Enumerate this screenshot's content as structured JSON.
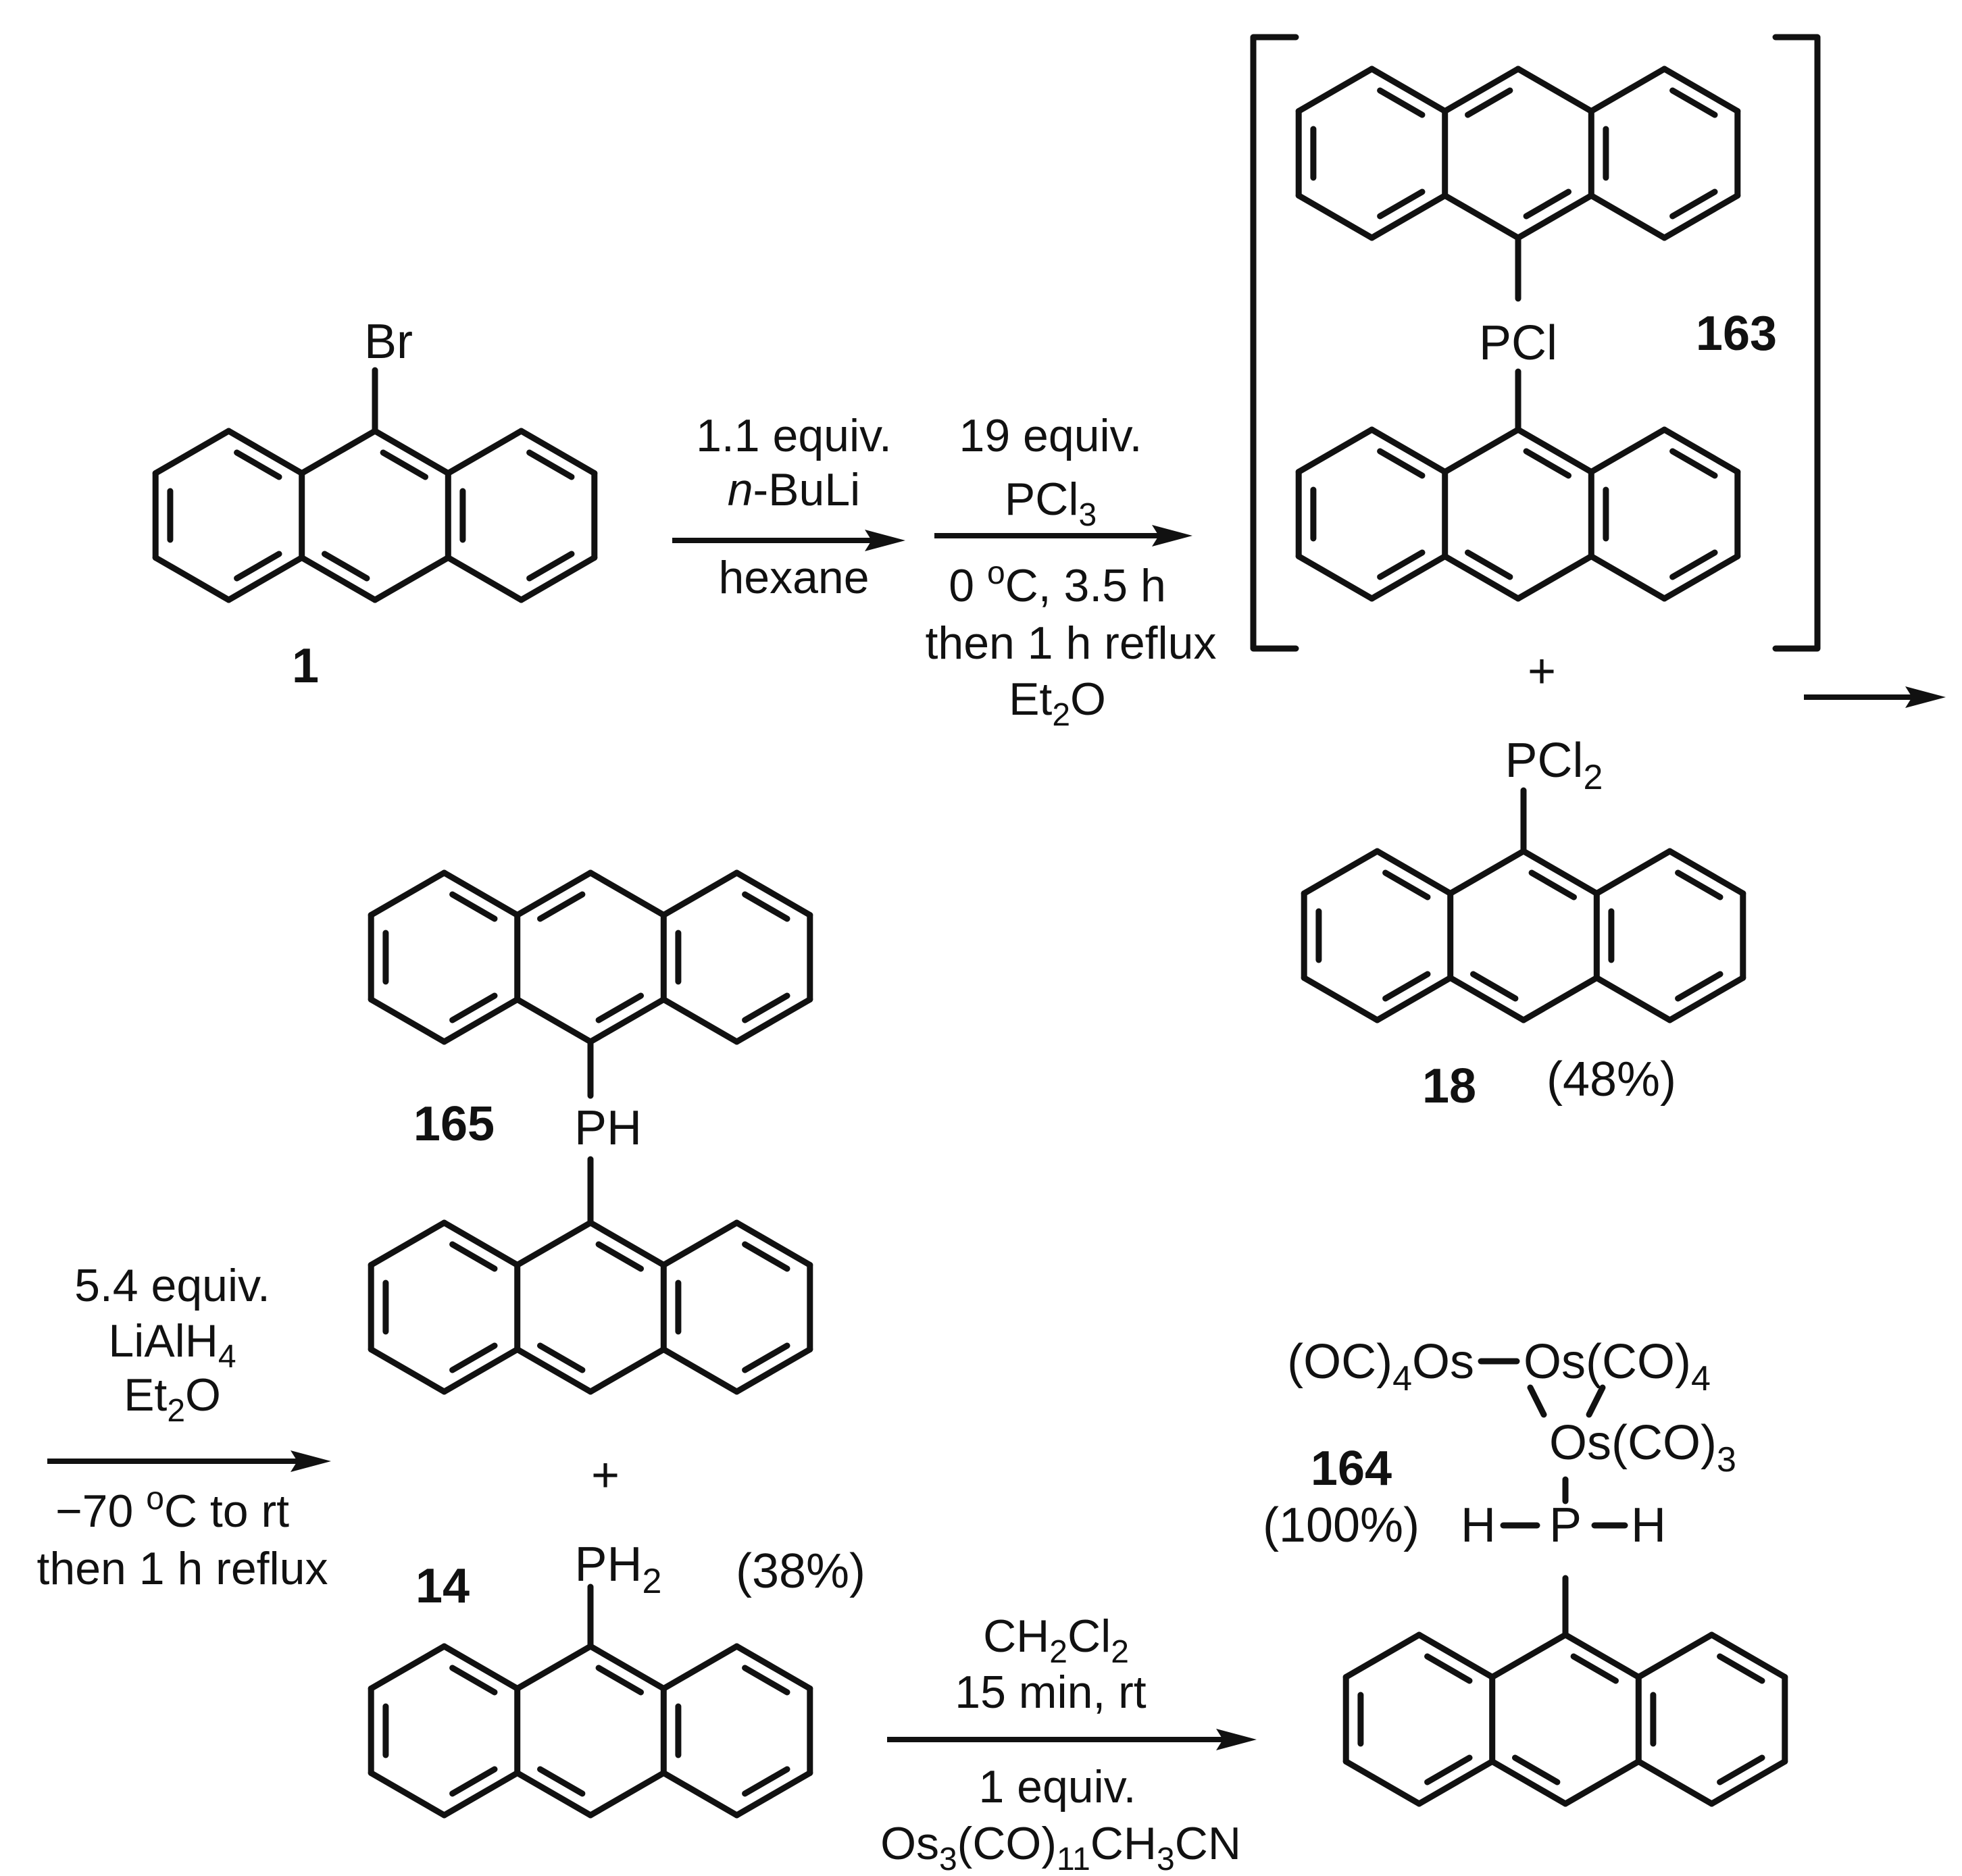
{
  "compounds": {
    "c1": {
      "label": "1",
      "substituent": "Br"
    },
    "c163": {
      "label": "163",
      "substituent": "PCl"
    },
    "c18": {
      "label": "18",
      "substituent": "PCl",
      "substituent_sub": "2",
      "yield": "(48%)"
    },
    "c165": {
      "label": "165",
      "substituent": "PH"
    },
    "c14": {
      "label": "14",
      "substituent": "PH",
      "substituent_sub": "2",
      "yield": "(38%)"
    },
    "c164": {
      "label": "164",
      "yield": "(100%)"
    }
  },
  "plus_sign": "+",
  "step1": {
    "line1": "1.1 equiv.",
    "line2_italic": "n",
    "line2_rest": "-BuLi",
    "line3": "hexane"
  },
  "step2": {
    "line1": "19 equiv.",
    "line2": "PCl",
    "line2_sub": "3",
    "line3": "0 ",
    "line3_sup": "o",
    "line3_rest": "C, 3.5 h",
    "line4": "then 1 h reflux",
    "line5": "Et",
    "line5_sub": "2",
    "line5_rest": "O"
  },
  "step3": {
    "line1": "5.4 equiv.",
    "line2": "LiAlH",
    "line2_sub": "4",
    "line3": "Et",
    "line3_sub": "2",
    "line3_rest": "O",
    "line4": "−70 ",
    "line4_sup": "o",
    "line4_rest": "C to rt",
    "line5": "then 1 h reflux"
  },
  "step4": {
    "line1a": "CH",
    "line1_sub1": "2",
    "line1b": "Cl",
    "line1_sub2": "2",
    "line2": "15 min, rt",
    "line3": "1 equiv.",
    "line4a": "Os",
    "line4_sub1": "3",
    "line4b": "(CO)",
    "line4_sub2": "11",
    "line4c": "CH",
    "line4_sub3": "3",
    "line4d": "CN"
  },
  "cluster": {
    "left": "(OC)",
    "left_sub": "4",
    "left_rest": "Os",
    "right": "Os(CO)",
    "right_sub": "4",
    "bottom": "Os(CO)",
    "bottom_sub": "3",
    "h_left": "H",
    "p": "P",
    "h_right": "H"
  }
}
